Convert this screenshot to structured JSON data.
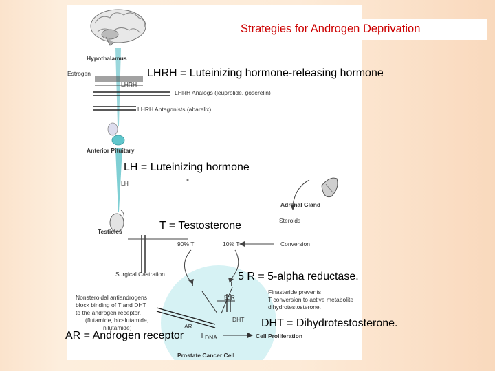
{
  "title": "Strategies for Androgen Deprivation",
  "definitions": {
    "lhrh": "LHRH = Luteinizing hormone-releasing hormone",
    "lh": "LH = Luteinizing hormone",
    "t": "T = Testosterone",
    "five_r": "5  R = 5-alpha reductase.",
    "dht": "DHT = Dihydrotestosterone.",
    "ar": "AR = Androgen receptor"
  },
  "diagram": {
    "hypothalamus": "Hypothalamus",
    "estrogen": "Estrogen",
    "lhrh": "LHRH",
    "lhrh_analogs": "LHRH Analogs (leuprolide, goserelin)",
    "lhrh_antagonists": "LHRH Antagonists (abarelix)",
    "anterior_pituitary": "Anterior Pituitary",
    "lh": "LH",
    "adrenal_gland": "Adrenal Gland",
    "steroids": "Steroids",
    "testicles": "Testicles",
    "ninety_t": "90% T",
    "ten_t": "10% T",
    "conversion": "Conversion",
    "surgical_castration": "Surgical Castration",
    "t_left": "T",
    "t_right": "T",
    "five_alpha_r": "5αR",
    "dht": "DHT",
    "ar": "AR",
    "dna": "DNA",
    "finasteride": [
      "Finasteride prevents",
      "T conversion to active metabolite",
      "dihydrotestosterone."
    ],
    "nonsteroidal": [
      "Nonsteroidal antiandrogens",
      "block binding of T and DHT",
      "to the androgen receptor.",
      "(flutamide, bicalutamide,",
      "nilutamide)"
    ],
    "cell_proliferation": "Cell Proliferation",
    "prostate_cancer_cell": "Prostate Cancer Cell"
  },
  "colors": {
    "title": "#cc0000",
    "cell": "#d6f2f4",
    "pituitary": "#5fc6cc",
    "background": "#fdebd8"
  }
}
